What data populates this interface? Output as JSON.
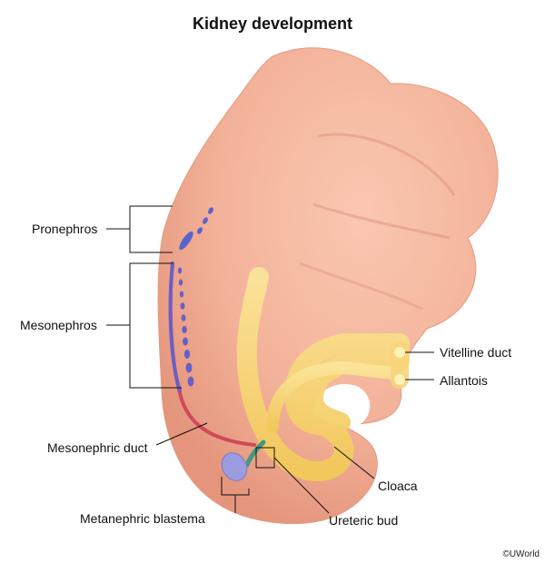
{
  "title": "Kidney development",
  "labels": {
    "pronephros": "Pronephros",
    "mesonephros": "Mesonephros",
    "mesonephric_duct": "Mesonephric duct",
    "metanephric_blastema": "Metanephric blastema",
    "vitelline_duct": "Vitelline duct",
    "allantois": "Allantois",
    "cloaca": "Cloaca",
    "ureteric_bud": "Ureteric bud"
  },
  "copyright": "©UWorld",
  "colors": {
    "embryo": "#f3b39a",
    "embryo_shadow": "#e08f78",
    "gut": "#f7d36a",
    "pronephros": "#5b63c9",
    "mesonephros": "#6a5fc7",
    "duct": "#cf4a5a",
    "ureteric_bud": "#3f9a7a",
    "blastema": "#9c9ce0"
  }
}
